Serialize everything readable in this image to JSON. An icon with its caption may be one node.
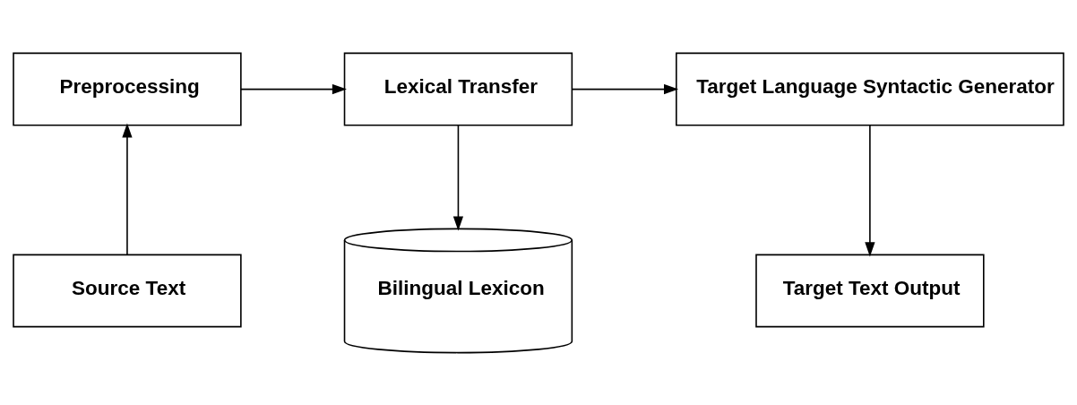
{
  "diagram": {
    "nodes": [
      {
        "text": [
          "Preprocessing"
        ]
      },
      {
        "text": [
          "Lexical Transfer"
        ]
      },
      {
        "text": [
          "Target Language Syntactic Generator"
        ]
      },
      {
        "text": [
          "Source Text"
        ]
      },
      {
        "text": [
          "Bilingual Lexicon"
        ]
      },
      {
        "text": [
          "Target Text Output"
        ]
      }
    ],
    "edges": [
      {
        "from": 0,
        "to": 1,
        "arrow": "to"
      },
      {
        "from": 1,
        "to": 2,
        "arrow": "to"
      },
      {
        "from": 3,
        "to": 0,
        "arrow": "to"
      },
      {
        "from": 1,
        "to": 4,
        "arrow": "to"
      },
      {
        "from": 2,
        "to": 5,
        "arrow": "to"
      }
    ]
  }
}
